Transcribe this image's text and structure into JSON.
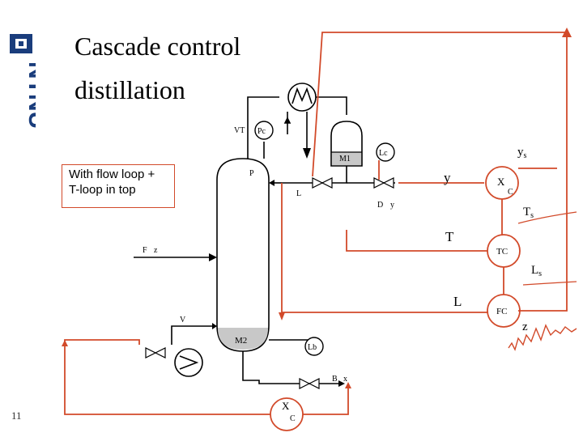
{
  "slide": {
    "title_line1": "Cascade control",
    "title_line2": "distillation",
    "number": "11",
    "logo_text": "NTNU",
    "note_line1": "With flow loop +",
    "note_line2": "T-loop in top"
  },
  "diagram": {
    "labels": {
      "p": "P",
      "l": "L",
      "d": "D",
      "y_small": "y",
      "f": "F",
      "z_small": "z",
      "v": "V",
      "b": "B",
      "x_small": "x",
      "vt": "VT",
      "m1": "M1",
      "m2": "M2",
      "pc": "Pc",
      "lc": "Lc",
      "lb": "Lb",
      "ys": "y",
      "ys_sub": "s",
      "y_signal": "y",
      "xc_x": "X",
      "xc_c": "C",
      "ts": "T",
      "ts_sub": "s",
      "t_signal": "T",
      "tc": "TC",
      "ls": "L",
      "ls_sub": "s",
      "l_signal": "L",
      "fc": "FC",
      "z_signal": "z",
      "xc2_x": "X",
      "xc2_c": "C"
    },
    "colors": {
      "signal_line": "#d24a2a",
      "process_line": "#000000",
      "liquid": "#c8c8c8"
    }
  }
}
